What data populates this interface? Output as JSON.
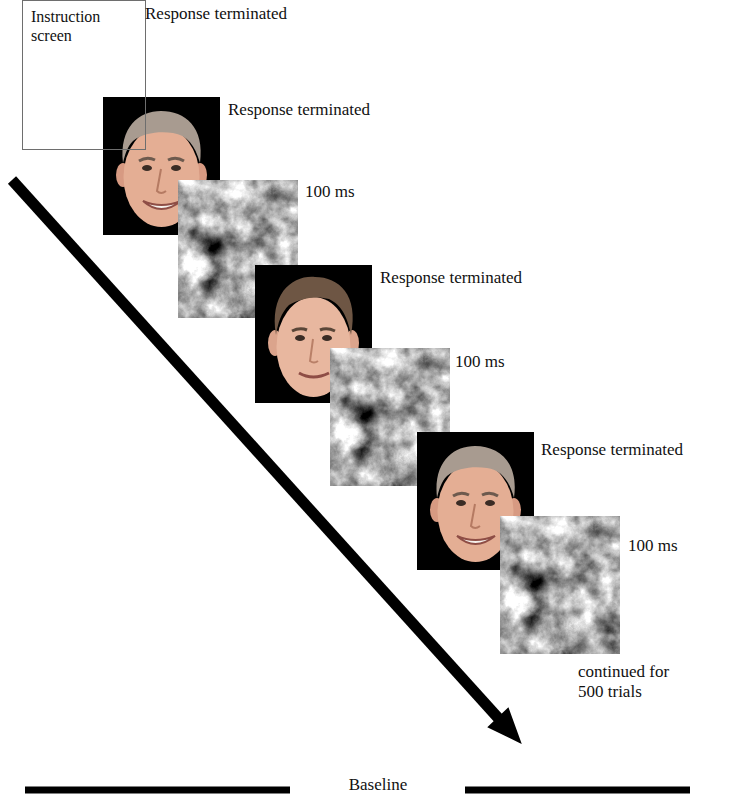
{
  "diagram": {
    "nodes": [
      {
        "text": [
          "Instruction screen"
        ]
      }
    ],
    "labels": [
      "Response terminated",
      "Response terminated",
      "100 ms",
      "Response terminated",
      "100 ms",
      "Response terminated",
      "100 ms",
      "continued for 500 trials",
      "Baseline"
    ]
  }
}
